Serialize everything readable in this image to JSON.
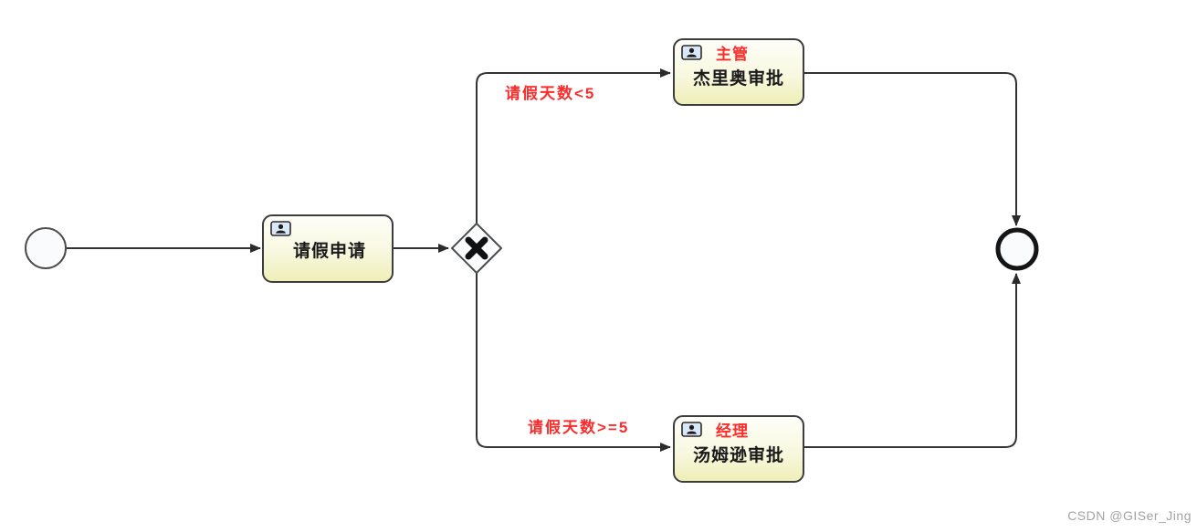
{
  "diagram": {
    "type": "bpmn-process",
    "nodes": {
      "start_event": {
        "kind": "start-event"
      },
      "apply_task": {
        "kind": "user-task",
        "label": "请假申请"
      },
      "gateway": {
        "kind": "exclusive-gateway"
      },
      "supervisor_task": {
        "kind": "user-task",
        "role": "主管",
        "label": "杰里奥审批"
      },
      "manager_task": {
        "kind": "user-task",
        "role": "经理",
        "label": "汤姆逊审批"
      },
      "end_event": {
        "kind": "end-event"
      }
    },
    "flows": {
      "to_supervisor_condition": "请假天数<5",
      "to_manager_condition": "请假天数>=5"
    },
    "colors": {
      "condition_red": "#fb2c2c",
      "task_fill_top": "#fefefa",
      "task_fill_bottom": "#eeeeb6",
      "shape_border": "#3d3d3d",
      "flow_line": "#333333",
      "event_fill": "#fafbfd",
      "user_icon_fill": "#d8e8f8",
      "watermark_gray": "#a3a3a3"
    },
    "watermark": "CSDN @GISer_Jing"
  }
}
